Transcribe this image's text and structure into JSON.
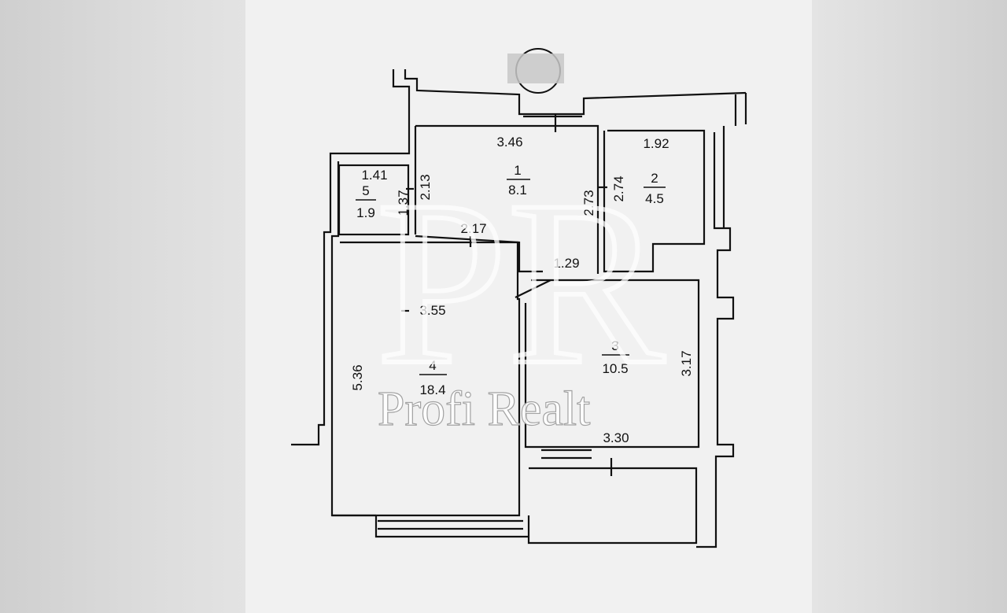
{
  "watermark": {
    "monogram": "PR",
    "brand": "Profi Realt"
  },
  "rooms": [
    {
      "number": "1",
      "area": "8.1"
    },
    {
      "number": "2",
      "area": "4.5"
    },
    {
      "number": "3",
      "area": "10.5"
    },
    {
      "number": "4",
      "area": "18.4"
    },
    {
      "number": "5",
      "area": "1.9"
    }
  ],
  "dimensions": {
    "room1_width": "3.46",
    "room1_depth_right": "2.73",
    "room1_depth_left": "2.13",
    "room2_width": "1.92",
    "room2_depth": "2.74",
    "room5_width": "1.41",
    "room5_depth": "1.37",
    "corridor_width": "2.17",
    "door_width": "1.29",
    "room4_width": "3.55",
    "room4_depth": "5.36",
    "room3_depth": "3.17",
    "room3_width": "3.30"
  },
  "colors": {
    "line": "#111111",
    "paper": "#f1f1f1",
    "background": "#d9d9d9"
  }
}
